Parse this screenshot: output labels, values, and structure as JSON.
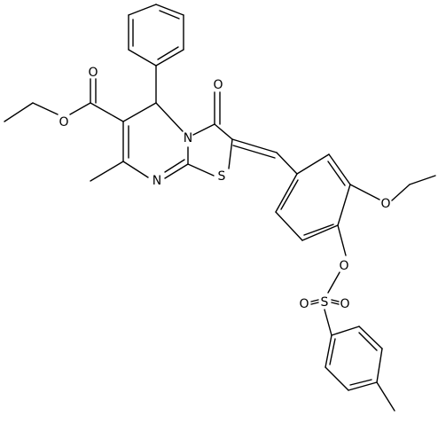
{
  "structure": {
    "atoms": {
      "carbonyl_O": "O",
      "ring_N": "N",
      "imine_N": "N",
      "thiazole_S": "S",
      "ester_O_carbonyl": "O",
      "ester_O_ether": "O",
      "ethoxy_O": "O",
      "sulfonate_O_link": "O",
      "sulfonyl_S": "S",
      "sulfonyl_O_left": "O",
      "sulfonyl_O_right": "O"
    }
  }
}
